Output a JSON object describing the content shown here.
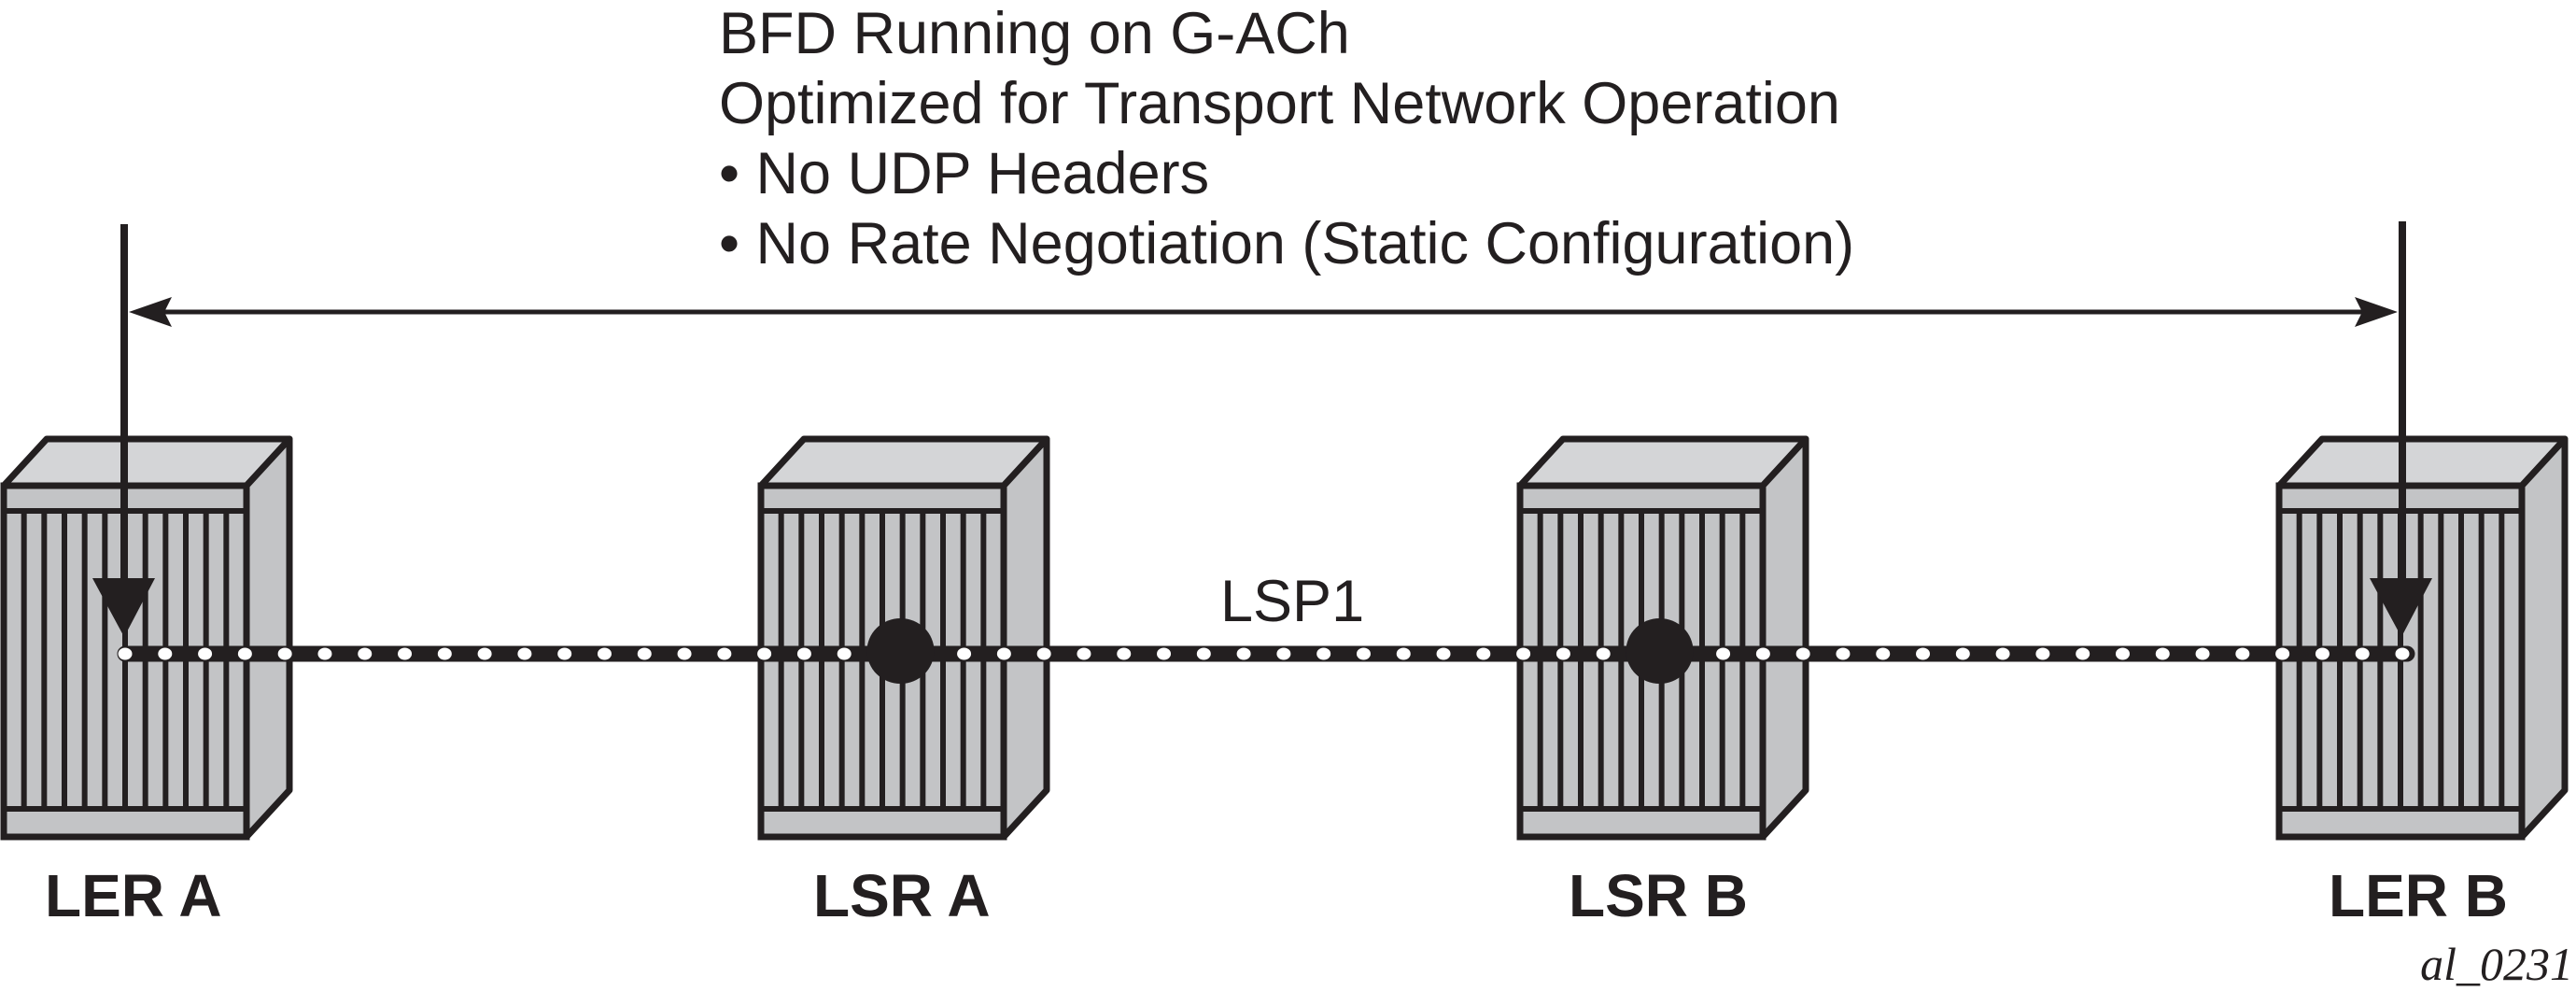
{
  "title_block": {
    "lines": [
      "BFD Running on G-ACh",
      "Optimized for Transport Network Operation",
      "• No UDP Headers",
      "• No Rate Negotiation (Static Configuration)"
    ]
  },
  "lsp": {
    "label": "LSP1"
  },
  "nodes": [
    {
      "id": "ler-a",
      "label": "LER A",
      "role": "endpoint",
      "has_transit_dot": false
    },
    {
      "id": "lsr-a",
      "label": "LSR A",
      "role": "transit",
      "has_transit_dot": true
    },
    {
      "id": "lsr-b",
      "label": "LSR B",
      "role": "transit",
      "has_transit_dot": true
    },
    {
      "id": "ler-b",
      "label": "LER B",
      "role": "endpoint",
      "has_transit_dot": false
    }
  ],
  "figure_id": "al_0231",
  "colors": {
    "ink": "#231f20",
    "device_front": "#c3c4c6",
    "device_top": "#d4d5d7",
    "background": "#ffffff",
    "dot": "#ffffff"
  }
}
